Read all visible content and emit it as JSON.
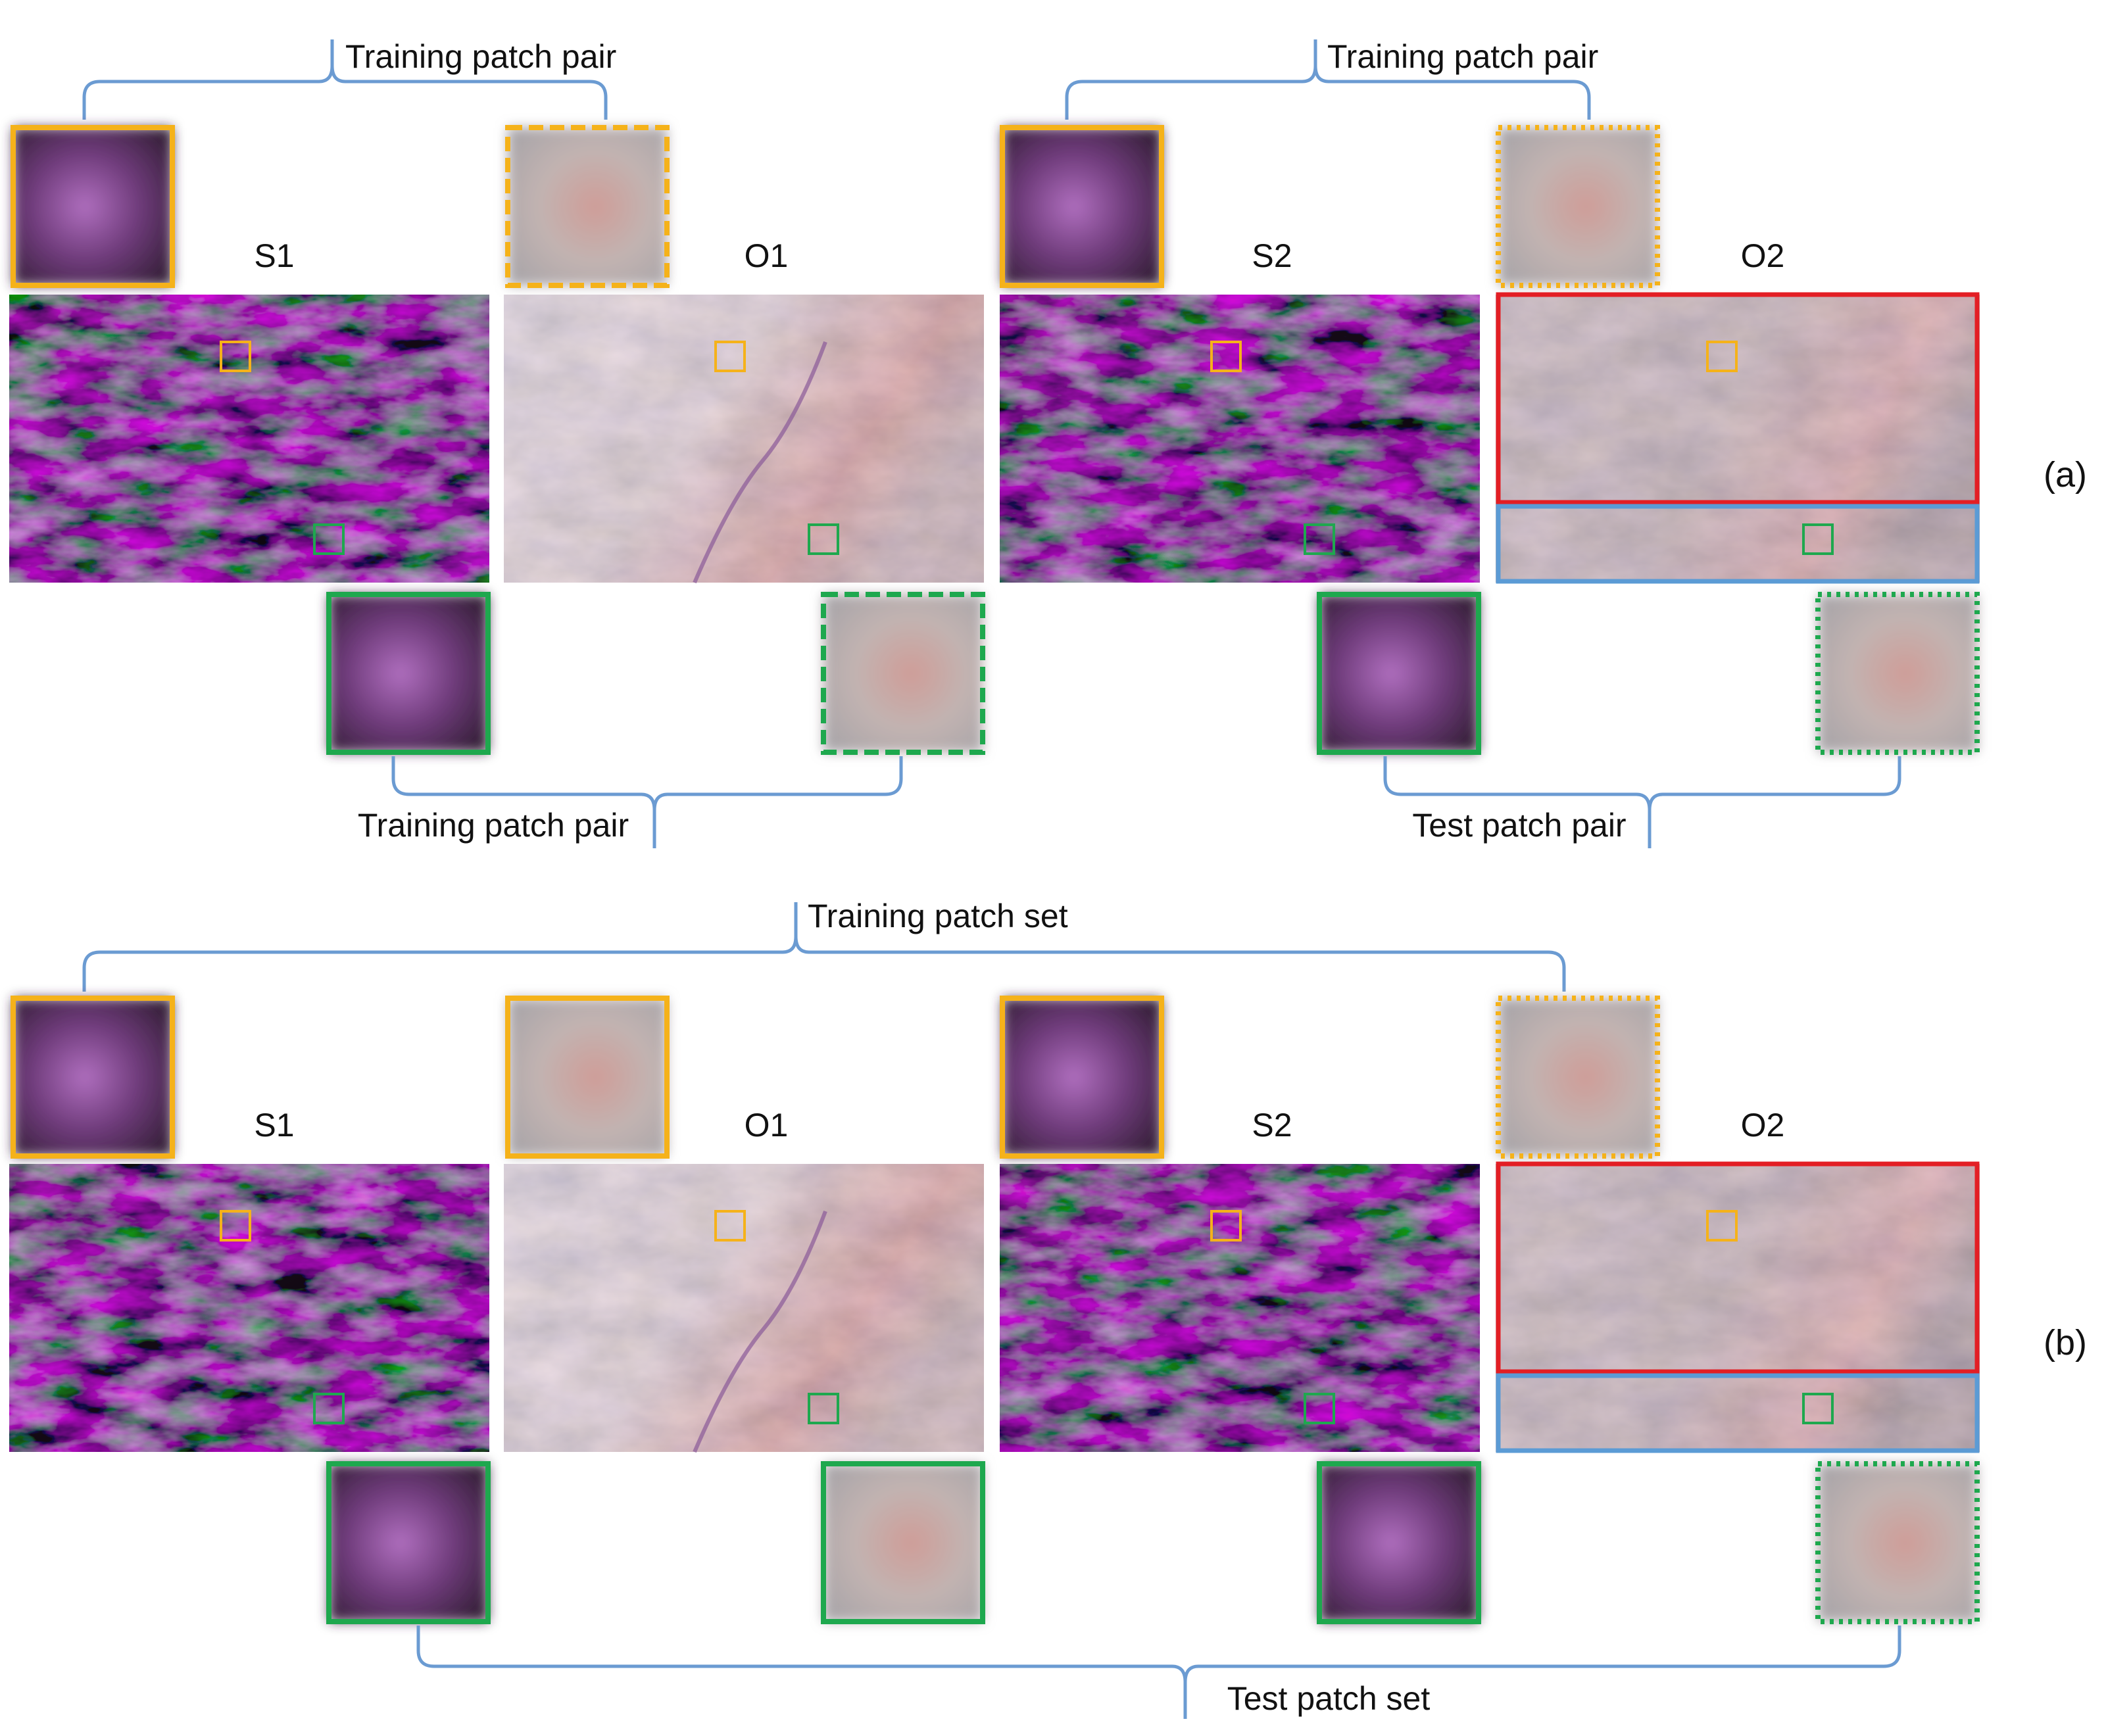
{
  "colors": {
    "bracket": "#6b9bd2",
    "yellow": "#f5b21a",
    "green": "#1ea84e",
    "red": "#e31e24",
    "blue": "#5b9bd5",
    "sar_base": "#3a1f3f",
    "sar_purple": "#a45cb2",
    "sar_green": "#4a8a3a",
    "opt_base": "#bfb0ad",
    "opt_red": "#b7483a",
    "opt_cyan": "#a9d3e2"
  },
  "panel_a": {
    "tag": "(a)",
    "images": {
      "s1": "S1",
      "o1": "O1",
      "s2": "S2",
      "o2": "O2"
    },
    "brackets": {
      "top_left": "Training patch pair",
      "top_right": "Training patch pair",
      "bottom_left": "Training patch pair",
      "bottom_right": "Test patch pair"
    }
  },
  "panel_b": {
    "tag": "(b)",
    "images": {
      "s1": "S1",
      "o1": "O1",
      "s2": "S2",
      "o2": "O2"
    },
    "brackets": {
      "top": "Training patch set",
      "bottom": "Test patch set"
    }
  }
}
